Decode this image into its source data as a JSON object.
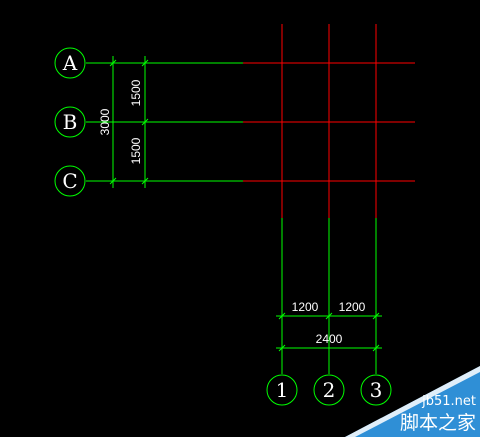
{
  "drawing": {
    "row_axes": [
      {
        "label": "A"
      },
      {
        "label": "B"
      },
      {
        "label": "C"
      }
    ],
    "column_axes": [
      {
        "label": "1"
      },
      {
        "label": "2"
      },
      {
        "label": "3"
      }
    ],
    "vertical_dimensions": {
      "segment_1": "1500",
      "segment_2": "1500",
      "total": "3000"
    },
    "horizontal_dimensions": {
      "segment_1": "1200",
      "segment_2": "1200",
      "total": "2400"
    }
  },
  "colors": {
    "background": "#000000",
    "axis_line_green": "#00ff00",
    "grid_line_red": "#ff0000",
    "watermark_blue": "#2f8fd6"
  },
  "watermark": {
    "site": "jb51.net",
    "title": "脚本之家"
  }
}
